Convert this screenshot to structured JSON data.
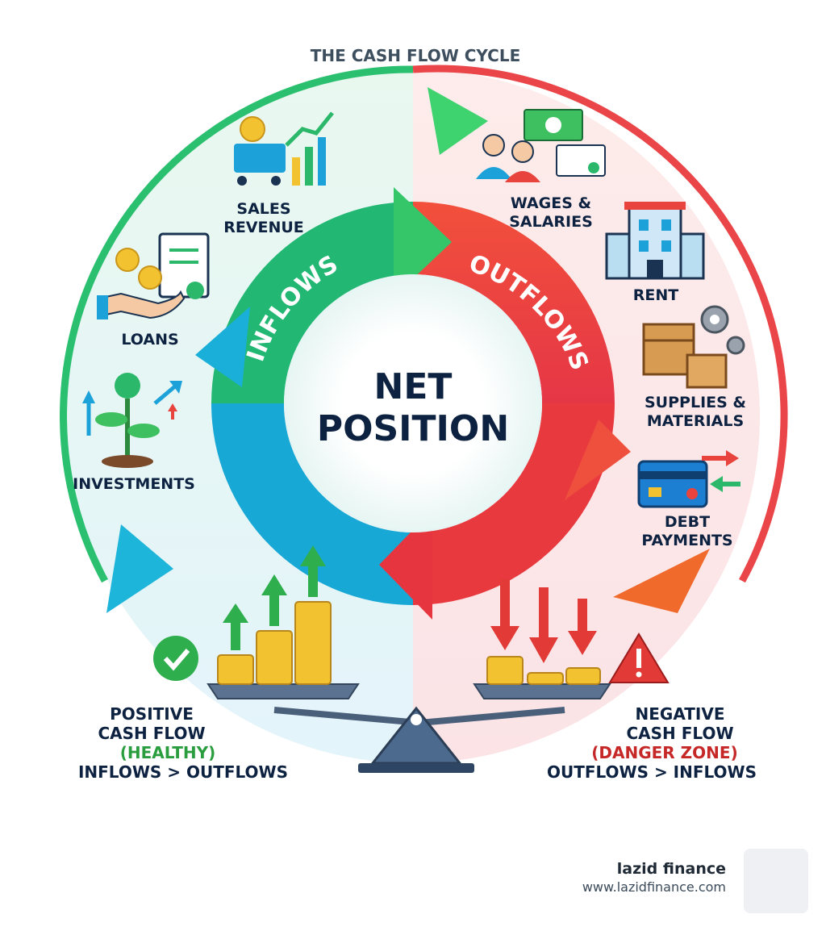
{
  "title": "THE CASH FLOW CYCLE",
  "center_label_line1": "NET",
  "center_label_line2": "POSITION",
  "inner_ring": {
    "inflows": "INFLOWS",
    "outflows": "OUTFLOWS"
  },
  "inflow_sources": [
    {
      "line1": "SALES",
      "line2": "REVENUE",
      "icon": "cart-revenue-icon"
    },
    {
      "line1": "LOANS",
      "line2": "",
      "icon": "hand-coins-icon"
    },
    {
      "line1": "INVESTMENTS",
      "line2": "",
      "icon": "growth-plant-icon"
    }
  ],
  "outflow_uses": [
    {
      "line1": "WAGES &",
      "line2": "SALARIES",
      "icon": "employees-icon"
    },
    {
      "line1": "RENT",
      "line2": "",
      "icon": "building-icon"
    },
    {
      "line1": "SUPPLIES &",
      "line2": "MATERIALS",
      "icon": "boxes-gears-icon"
    },
    {
      "line1": "DEBT",
      "line2": "PAYMENTS",
      "icon": "card-arrows-icon"
    }
  ],
  "positive": {
    "line1": "POSITIVE",
    "line2": "CASH FLOW",
    "status": "(HEALTHY)",
    "rule": "INFLOWS > OUTFLOWS"
  },
  "negative": {
    "line1": "NEGATIVE",
    "line2": "CASH FLOW",
    "status": "(DANGER ZONE)",
    "rule": "OUTFLOWS > INFLOWS"
  },
  "brand": {
    "name": "lazid finance",
    "url": "www.lazidfinance.com"
  },
  "colors": {
    "inflow": "#27b36b",
    "inflow_blue": "#16a3d4",
    "outflow": "#e8433c",
    "outflow_orange": "#f06a2c",
    "navy": "#0d2240",
    "healthy": "#2a9d3f",
    "danger": "#c62828",
    "coin": "#f2c230"
  }
}
